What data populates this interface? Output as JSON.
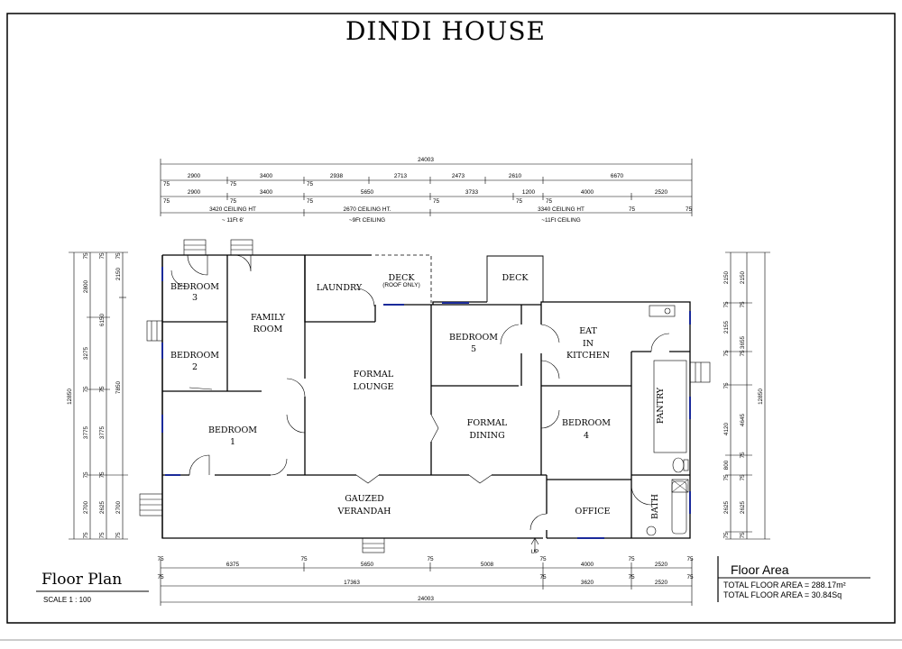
{
  "title": "DINDI HOUSE",
  "rooms": {
    "bedroom3": [
      "BEDROOM",
      "3"
    ],
    "bedroom2": [
      "BEDROOM",
      "2"
    ],
    "bedroom1": [
      "BEDROOM",
      "1"
    ],
    "family": [
      "FAMILY",
      "ROOM"
    ],
    "laundry": "LAUNDRY",
    "deck_roof": [
      "DECK",
      "(ROOF ONLY)"
    ],
    "deck": "DECK",
    "lounge": [
      "FORMAL",
      "LOUNGE"
    ],
    "bedroom5": [
      "BEDROOM",
      "5"
    ],
    "kitchen": [
      "EAT",
      "IN",
      "KITCHEN"
    ],
    "dining": [
      "FORMAL",
      "DINING"
    ],
    "bedroom4": [
      "BEDROOM",
      "4"
    ],
    "pantry": "PANTRY",
    "verandah": [
      "GAUZED",
      "VERANDAH"
    ],
    "office": "OFFICE",
    "bath": "BATH",
    "up": "UP"
  },
  "top_dims": {
    "overall": "24003",
    "row1": [
      "2900",
      "3400",
      "2938",
      "2713",
      "2473",
      "2610",
      "6670"
    ],
    "row2": [
      "2900",
      "3400",
      "5650",
      "3733",
      "1200",
      "4000",
      "2520"
    ],
    "wall": "75",
    "ceilings": [
      [
        "3420 CEILING HT",
        "~ 11Ft 6'"
      ],
      [
        "2670 CEILING HT.",
        "~9Ft CEILING"
      ],
      [
        "3340 CEILING HT",
        "~11Ft CEILING"
      ]
    ]
  },
  "bottom_dims": {
    "row1": [
      "6375",
      "5650",
      "5008",
      "4000",
      "2520"
    ],
    "row2": [
      "17363",
      "3620",
      "2520"
    ],
    "overall": "24003",
    "wall": "75"
  },
  "left_dims": {
    "overall": "12850",
    "col1": [
      "2800",
      "3275",
      "3775",
      "2700"
    ],
    "col2": [
      "6150",
      "3775",
      "2625"
    ],
    "col3": [
      "2150",
      "7850",
      "2700"
    ],
    "wall": "75"
  },
  "right_dims": {
    "overall": "12850",
    "col1": [
      "2150",
      "2155",
      "4645",
      "2625"
    ],
    "col2": [
      "2150",
      "3655",
      "4120",
      "800",
      "2625"
    ],
    "wall": "75"
  },
  "floor_plan": {
    "label": "Floor Plan",
    "scale": "SCALE  1 : 100"
  },
  "floor_area": {
    "title": "Floor Area",
    "line1": "TOTAL FLOOR AREA = 288.17m²",
    "line2": "TOTAL FLOOR AREA = 30.84Sq"
  }
}
